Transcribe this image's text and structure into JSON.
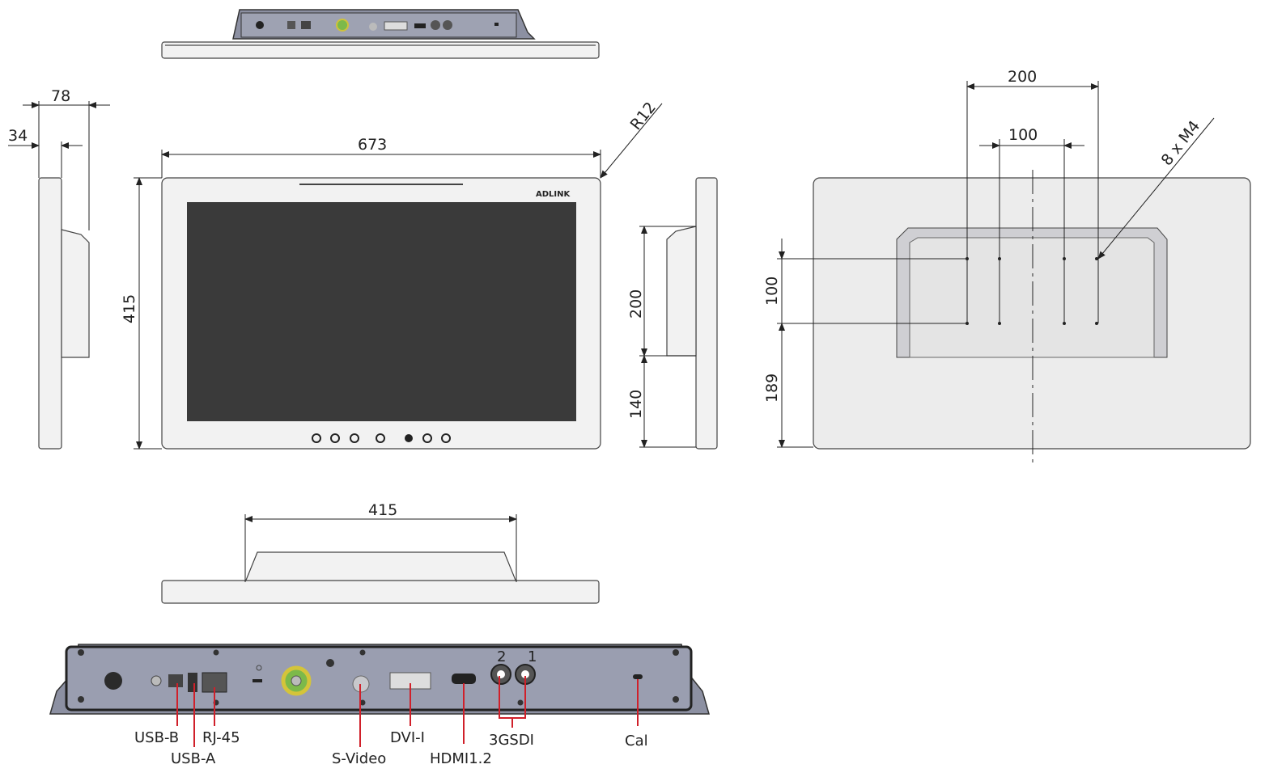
{
  "title": "Monitor mechanical dimensions drawing",
  "logo": "ADLINK",
  "dimensions": {
    "side_depth_total": "78",
    "side_depth_panel": "34",
    "front_width": "673",
    "front_height": "415",
    "corner_radius": "R12",
    "side_stand_height": "200",
    "side_stand_offset": "140",
    "vesa_outer": "200",
    "vesa_inner": "100",
    "vesa_holes": "8 x M4",
    "vesa_vertical": "100",
    "vesa_bottom_offset": "189",
    "bottom_stand_width": "415"
  },
  "connectors": {
    "usb_b": "USB-B",
    "usb_a": "USB-A",
    "rj45": "RJ-45",
    "svideo": "S-Video",
    "dvi": "DVI-I",
    "hdmi": "HDMI1.2",
    "sdi": "3GSDI",
    "sdi_port_2": "2",
    "sdi_port_1": "1",
    "cal": "Cal"
  },
  "colors": {
    "callout": "#d0202a",
    "panel": "#8c90a2",
    "screen": "#3a3a3a"
  }
}
